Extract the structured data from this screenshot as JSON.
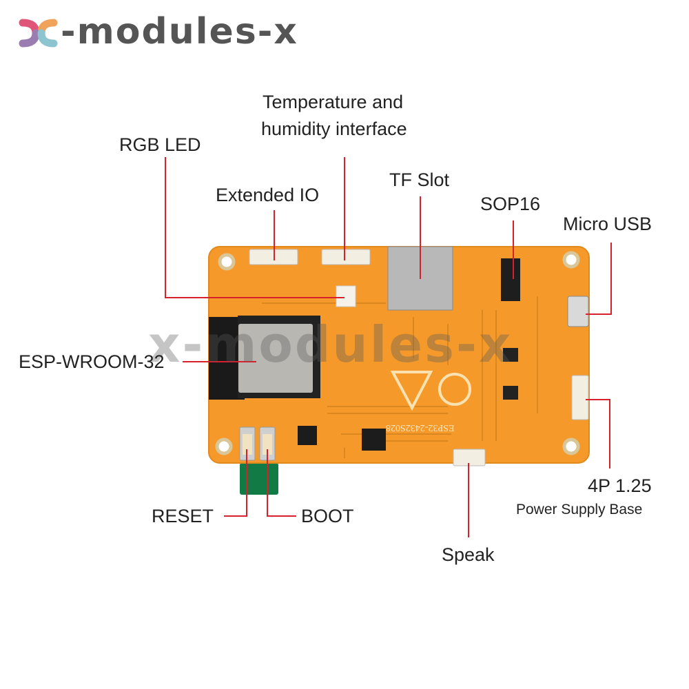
{
  "brand": {
    "logo_text": "x-modules-x",
    "wordmark": "-modules-x"
  },
  "board": {
    "silkscreen": "ESP32-2432S028",
    "module_name": "ESP-WROOM-32"
  },
  "callouts": {
    "temperature": {
      "line1": "Temperature and",
      "line2": "humidity interface"
    },
    "rgb_led": "RGB LED",
    "extended_io": "Extended IO",
    "tf_slot": "TF Slot",
    "sop16": "SOP16",
    "micro_usb": "Micro USB",
    "esp": "ESP-WROOM-32",
    "power": {
      "line1": "4P 1.25",
      "line2": "Power Supply Base"
    },
    "reset": "RESET",
    "boot": "BOOT",
    "speak": "Speak"
  },
  "colors": {
    "pcb": "#f59a2a",
    "callout_line": "#d7202b",
    "text": "#222222"
  }
}
